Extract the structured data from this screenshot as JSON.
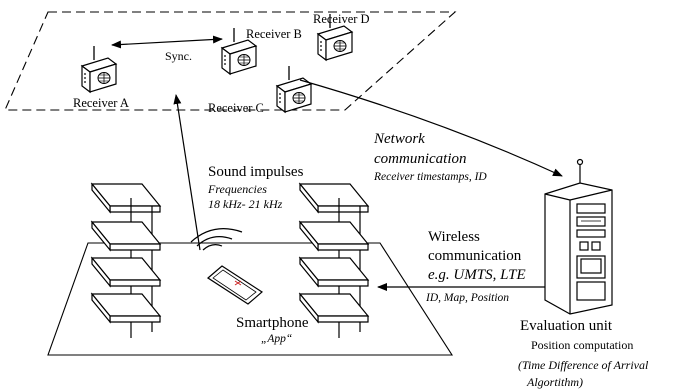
{
  "receivers": {
    "a": "Receiver A",
    "b": "Receiver B",
    "c": "Receiver C",
    "d": "Receiver D",
    "sync": "Sync."
  },
  "network": {
    "title_line1": "Network",
    "title_line2": "communication",
    "detail": "Receiver timestamps, ID"
  },
  "sound": {
    "title": "Sound impulses",
    "detail_line1": "Frequencies",
    "detail_line2": "18 kHz- 21 kHz"
  },
  "wireless": {
    "title_line1": "Wireless",
    "title_line2": "communication",
    "detail": "e.g. UMTS, LTE",
    "payload": "ID, Map, Position"
  },
  "smartphone": {
    "label": "Smartphone",
    "app": "„App“"
  },
  "evaluation": {
    "title": "Evaluation unit",
    "detail": "Position computation",
    "method_line1": "(Time Difference of Arrival",
    "method_line2": "Algortithm)"
  }
}
